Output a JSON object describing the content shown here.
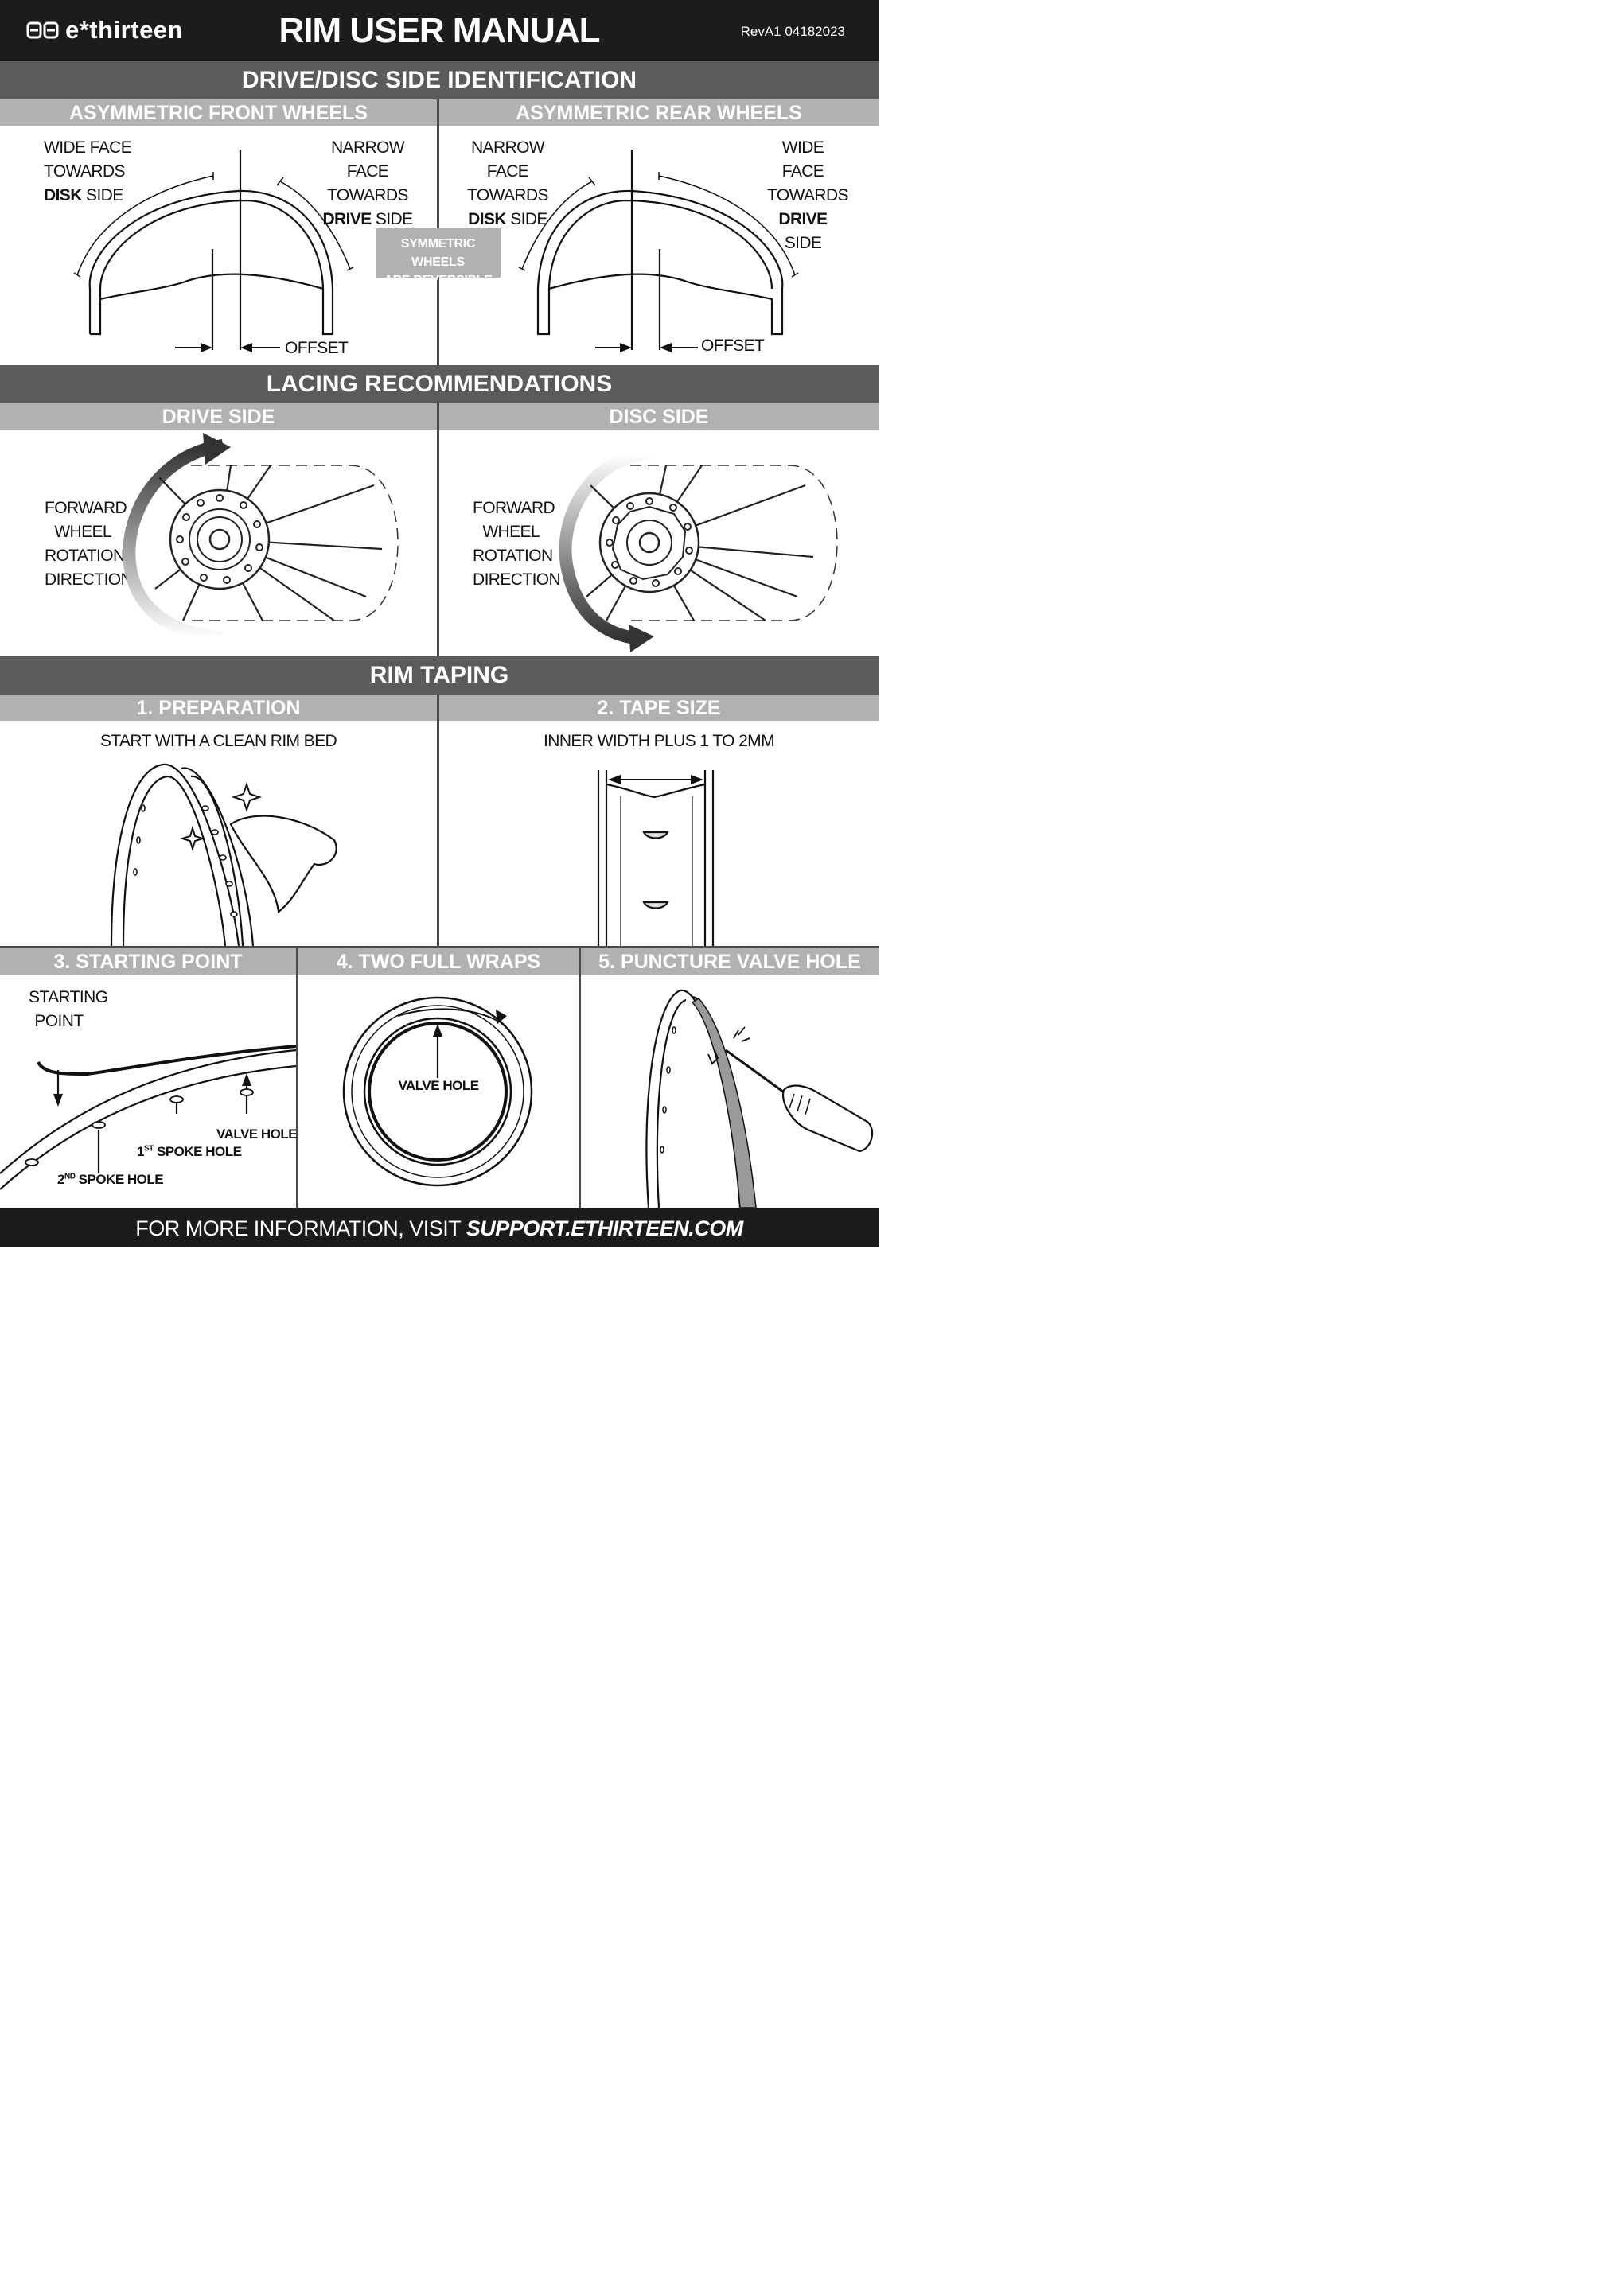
{
  "header": {
    "brand": "e*thirteen",
    "title": "RIM USER MANUAL",
    "revision": "RevA1 04182023"
  },
  "section_identification": {
    "title": "DRIVE/DISC SIDE IDENTIFICATION",
    "front": {
      "heading": "ASYMMETRIC FRONT WHEELS",
      "left_label": [
        "WIDE FACE",
        "TOWARDS"
      ],
      "left_bold": "DISK",
      "left_side": "SIDE",
      "right_label": [
        "NARROW FACE",
        "TOWARDS"
      ],
      "right_bold": "DRIVE",
      "right_side": "SIDE",
      "offset": "OFFSET"
    },
    "rear": {
      "heading": "ASYMMETRIC REAR WHEELS",
      "left_label": [
        "NARROW FACE",
        "TOWARDS"
      ],
      "left_bold": "DISK",
      "left_side": "SIDE",
      "right_label": [
        "WIDE FACE",
        "TOWARDS"
      ],
      "right_bold": "DRIVE",
      "right_side": "SIDE",
      "offset": "OFFSET"
    },
    "symmetric_note": [
      "SYMMETRIC WHEELS",
      "ARE REVERSIBLE"
    ]
  },
  "section_lacing": {
    "title": "LACING RECOMMENDATIONS",
    "drive": {
      "heading": "DRIVE SIDE",
      "label": [
        "FORWARD",
        "WHEEL",
        "ROTATION",
        "DIRECTION"
      ]
    },
    "disc": {
      "heading": "DISC SIDE",
      "label": [
        "FORWARD",
        "WHEEL",
        "ROTATION",
        "DIRECTION"
      ]
    }
  },
  "section_taping": {
    "title": "RIM TAPING",
    "step1": {
      "heading": "1. PREPARATION",
      "caption": "START WITH A CLEAN RIM BED"
    },
    "step2": {
      "heading": "2. TAPE SIZE",
      "caption": "INNER WIDTH PLUS 1 TO 2MM"
    },
    "step3": {
      "heading": "3. STARTING POINT",
      "start_label": [
        "STARTING",
        "POINT"
      ],
      "valve_hole": "VALVE HOLE",
      "spoke1_num": "1",
      "spoke1_sup": "ST",
      "spoke1_text": "SPOKE HOLE",
      "spoke2_num": "2",
      "spoke2_sup": "ND",
      "spoke2_text": "SPOKE HOLE"
    },
    "step4": {
      "heading": "4. TWO FULL WRAPS",
      "valve_hole": "VALVE HOLE"
    },
    "step5": {
      "heading": "5. PUNCTURE VALVE HOLE"
    }
  },
  "footer": {
    "text": "FOR MORE INFORMATION, VISIT ",
    "link": "SUPPORT.ETHIRTEEN.COM"
  },
  "colors": {
    "dark": "#1c1c1c",
    "band": "#5b5b5b",
    "subband": "#b1b1b1"
  }
}
